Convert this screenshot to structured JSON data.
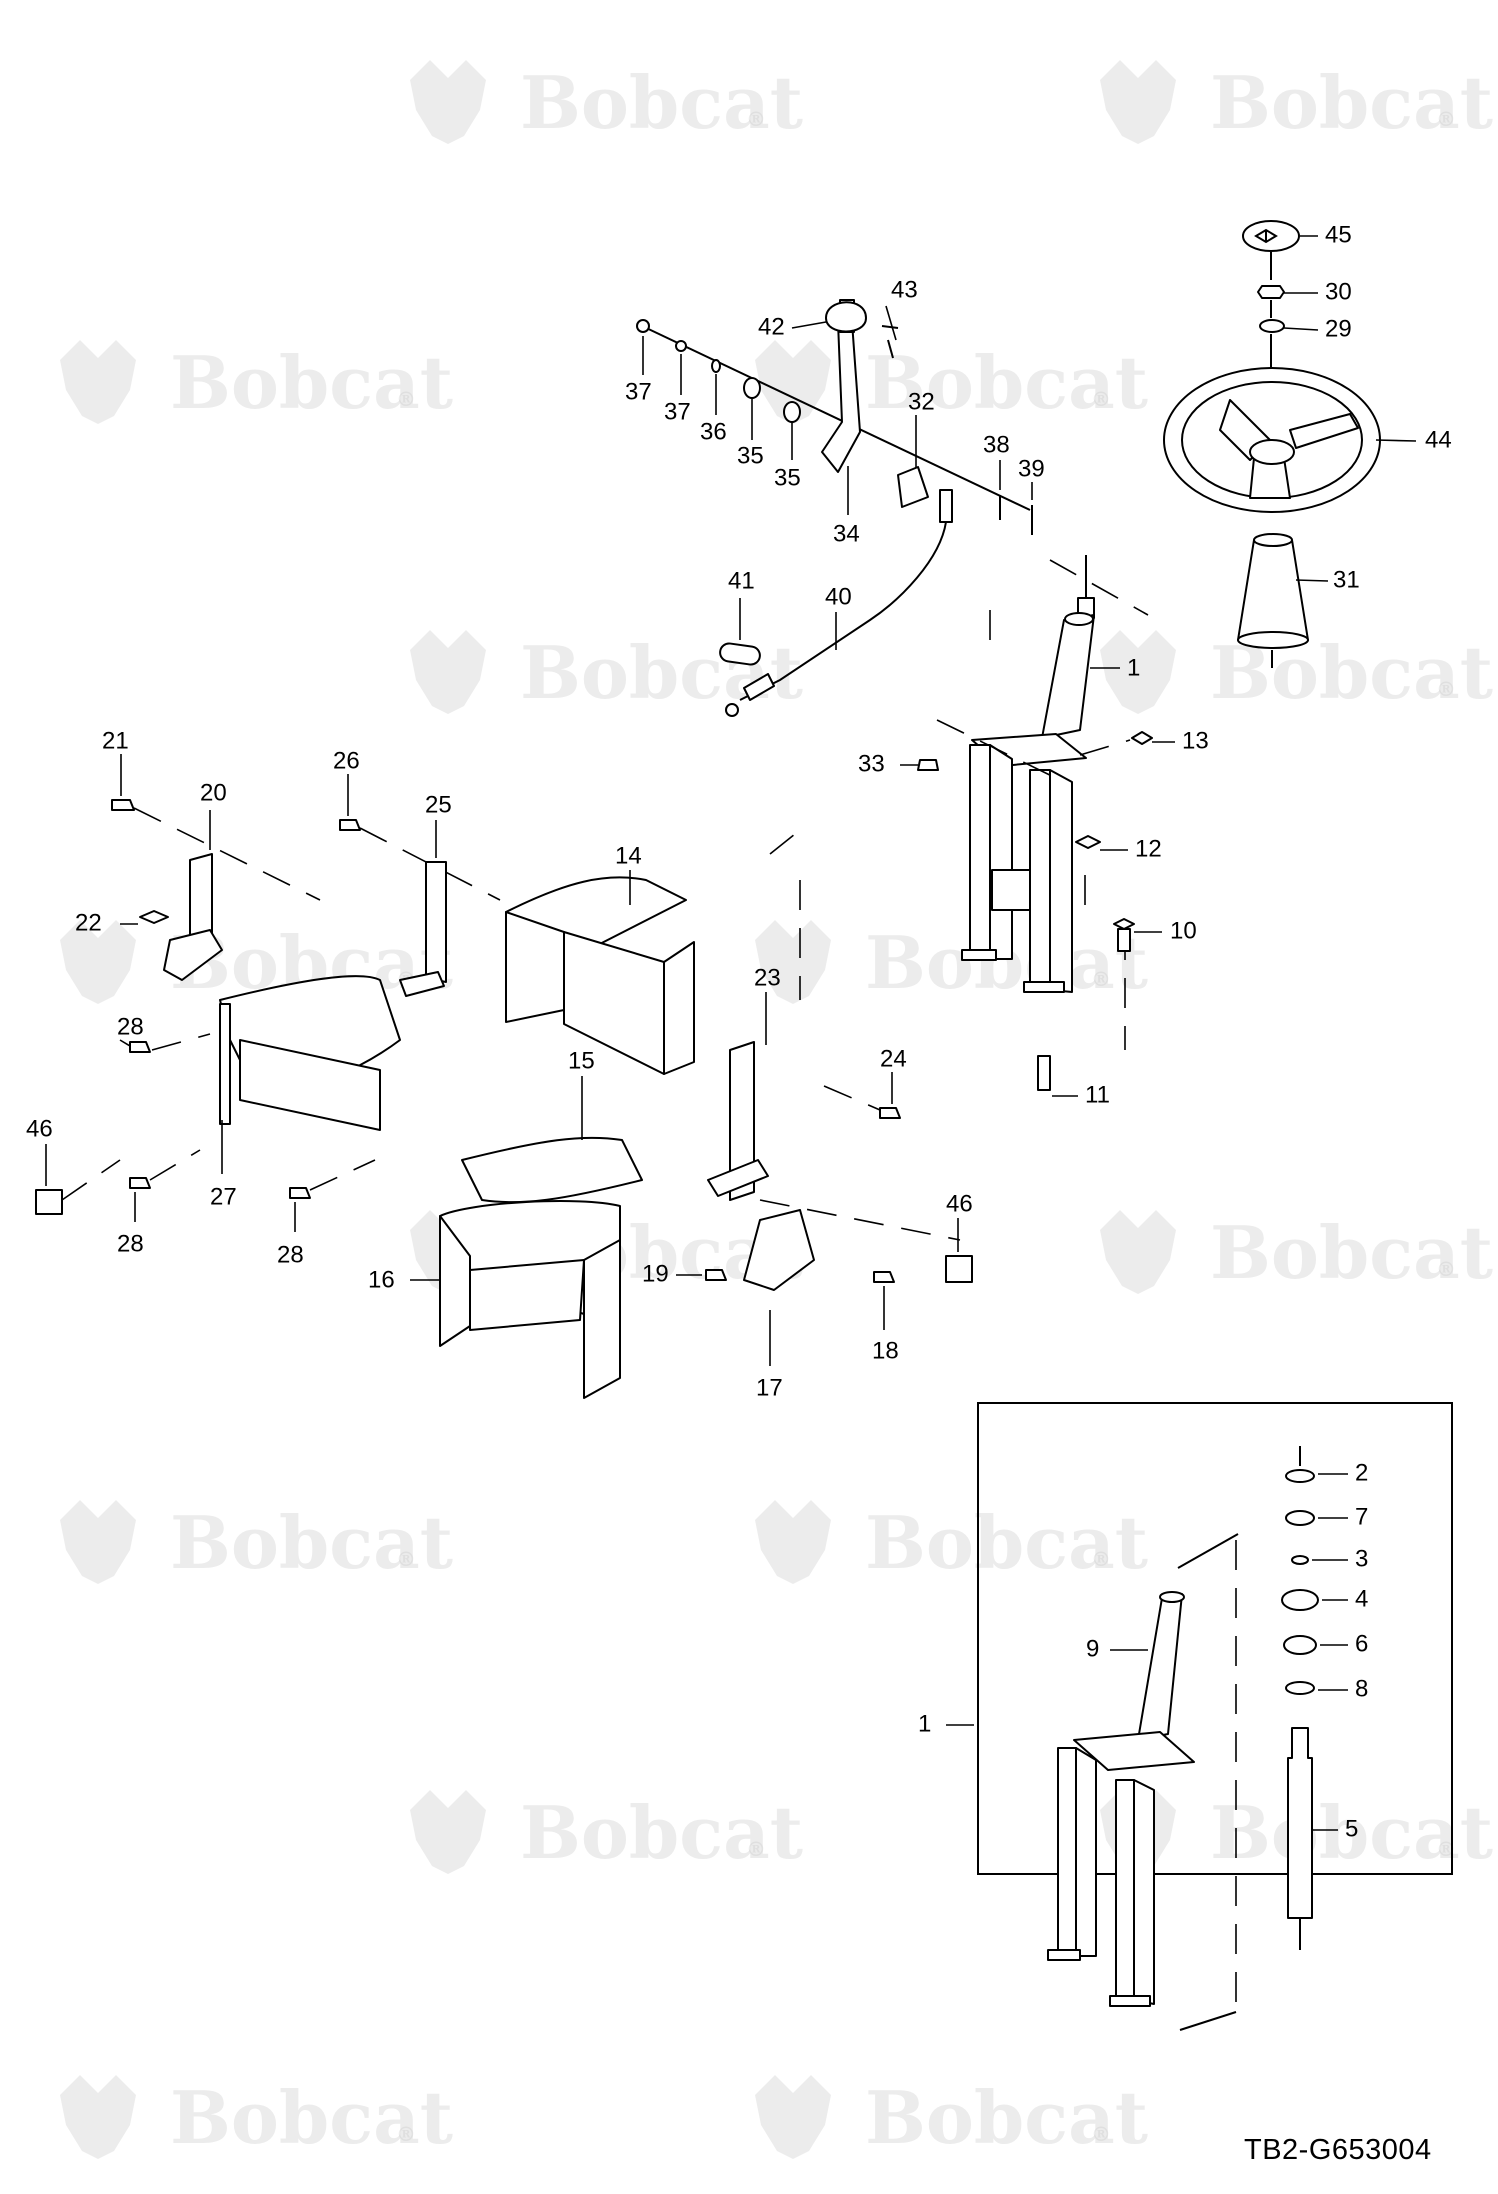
{
  "watermark": {
    "text": "Bobcat",
    "mark": "®"
  },
  "drawing_code": "TB2-G653004",
  "callouts": [
    "1",
    "2",
    "3",
    "4",
    "5",
    "6",
    "7",
    "8",
    "9",
    "10",
    "11",
    "12",
    "13",
    "14",
    "15",
    "16",
    "17",
    "18",
    "19",
    "20",
    "21",
    "22",
    "23",
    "24",
    "25",
    "26",
    "27",
    "28",
    "29",
    "30",
    "31",
    "32",
    "33",
    "34",
    "35",
    "36",
    "37",
    "38",
    "39",
    "40",
    "41",
    "42",
    "43",
    "44",
    "45",
    "46"
  ],
  "icons": {
    "watermark_logo": "bobcat-logo-icon"
  },
  "colors": {
    "line": "#000000",
    "watermark": "#c9c9c9",
    "background": "#ffffff"
  }
}
